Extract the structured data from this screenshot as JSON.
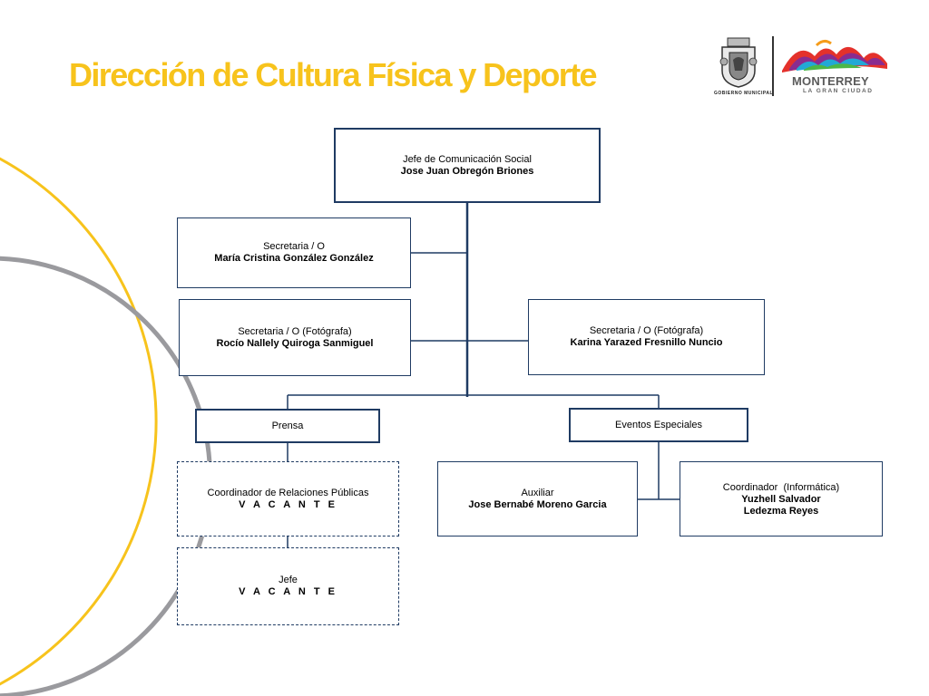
{
  "header": {
    "title": "Dirección de Cultura Física y Deporte",
    "seal_caption": "GOBIERNO MUNICIPAL",
    "brand_name": "MONTERREY",
    "brand_tagline": "LA GRAN CIUDAD"
  },
  "colors": {
    "accent_yellow": "#f7c31c",
    "box_border": "#1f3b63",
    "arc_gray": "#9a9a9e"
  },
  "org": {
    "head": {
      "role": "Jefe de Comunicación Social",
      "name": "Jose Juan Obregón Briones"
    },
    "secretaria1": {
      "role": "Secretaria / O",
      "name": "María Cristina González González"
    },
    "secretaria2": {
      "role": "Secretaria / O (Fotógrafa)",
      "name": "Rocío Nallely Quiroga Sanmiguel"
    },
    "secretaria3": {
      "role": "Secretaria / O (Fotógrafa)",
      "name": "Karina Yarazed Fresnillo Nuncio"
    },
    "prensa": {
      "label": "Prensa"
    },
    "eventos": {
      "label": "Eventos Especiales"
    },
    "coord_rp": {
      "role": "Coordinador de Relaciones Públicas",
      "name": "V A C A N T E"
    },
    "jefe_vac": {
      "role": "Jefe",
      "name": "V A C A N T E"
    },
    "auxiliar": {
      "role": "Auxiliar",
      "name": "Jose Bernabé Moreno Garcia"
    },
    "coord_inf": {
      "role": "Coordinador  (Informática)",
      "name1": "Yuzhell Salvador",
      "name2": "Ledezma Reyes"
    }
  }
}
